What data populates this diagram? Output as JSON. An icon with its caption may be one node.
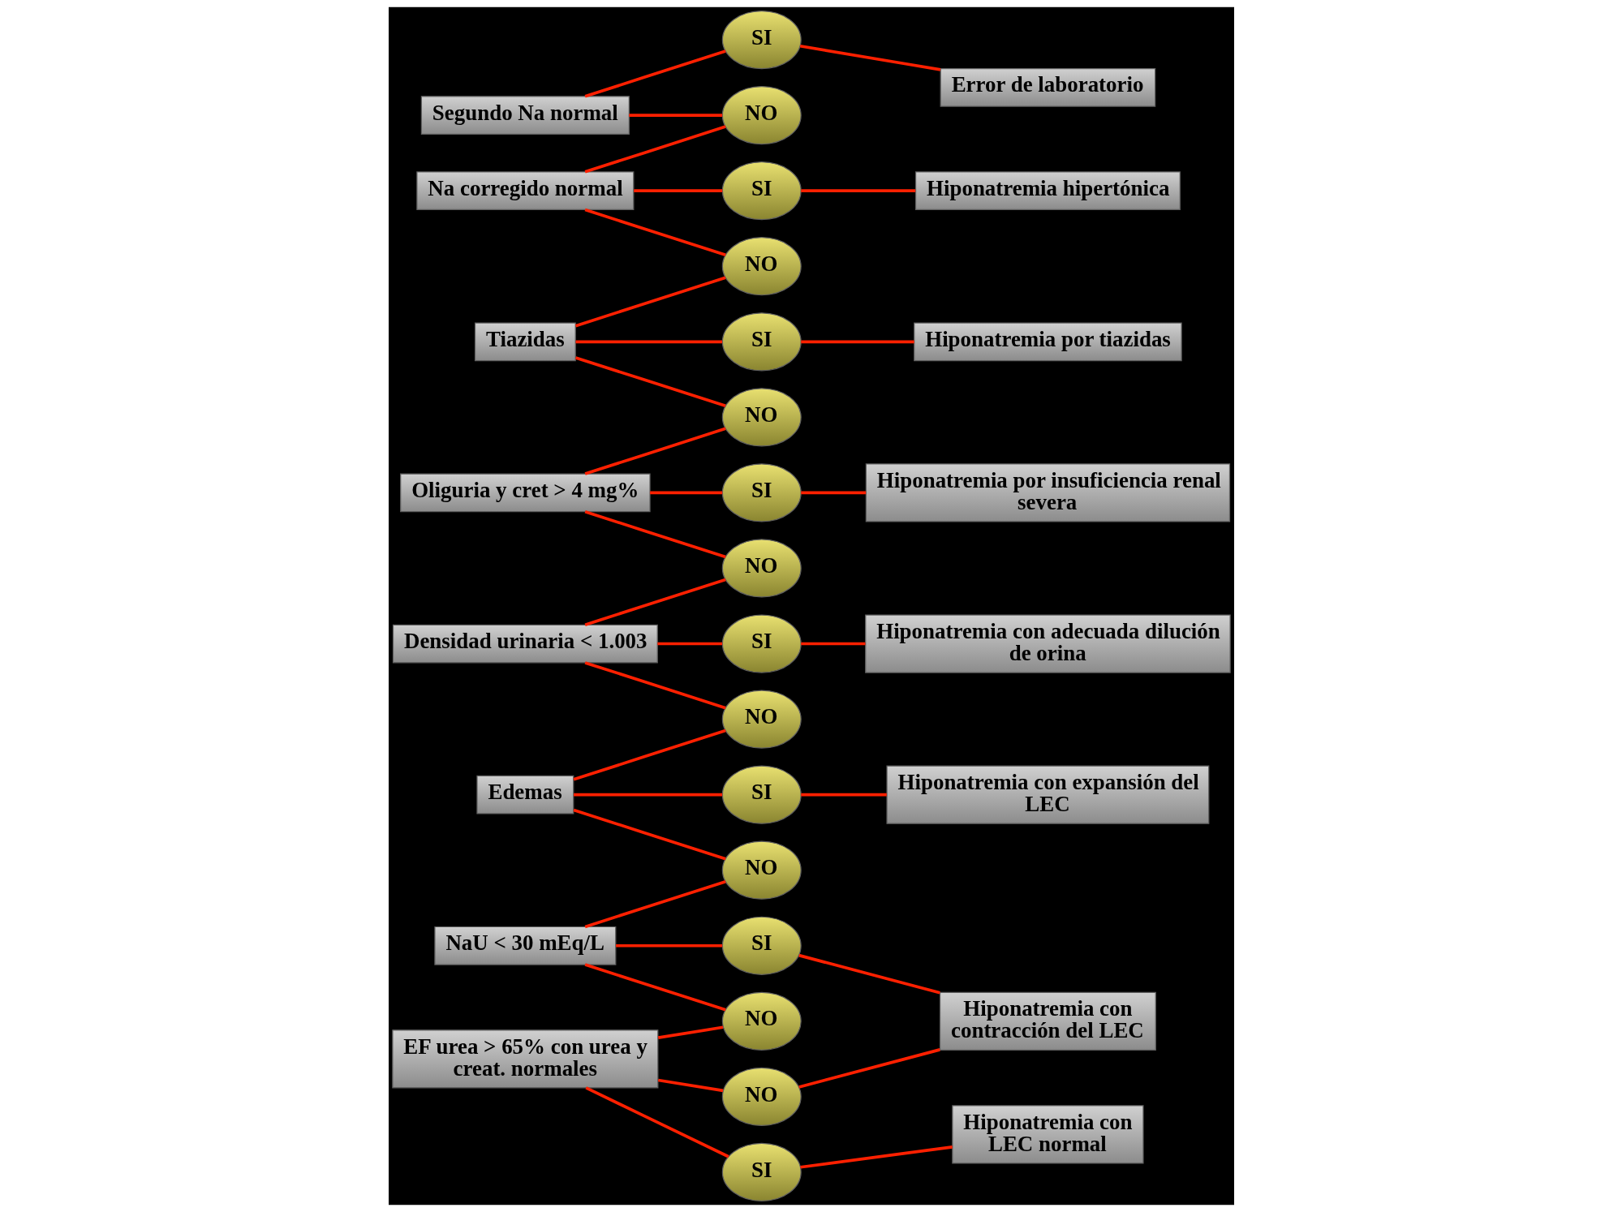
{
  "diagram": {
    "nodes": [
      {
        "text": [
          "Segundo Na normal"
        ]
      },
      {
        "text": [
          "SI"
        ]
      },
      {
        "text": [
          "Error de laboratorio"
        ]
      },
      {
        "text": [
          "NO"
        ]
      },
      {
        "text": [
          "Na corregido normal"
        ]
      },
      {
        "text": [
          "SI"
        ]
      },
      {
        "text": [
          "Hiponatremia hipertónica"
        ]
      },
      {
        "text": [
          "NO"
        ]
      },
      {
        "text": [
          "Tiazidas"
        ]
      },
      {
        "text": [
          "SI"
        ]
      },
      {
        "text": [
          "Hiponatremia por tiazidas"
        ]
      },
      {
        "text": [
          "NO"
        ]
      },
      {
        "text": [
          "Oliguria y cret > 4 mg%"
        ]
      },
      {
        "text": [
          "SI"
        ]
      },
      {
        "text": [
          "Hiponatremia por insuficiencia renal severa"
        ]
      },
      {
        "text": [
          "NO"
        ]
      },
      {
        "text": [
          "Densidad urinaria < 1.003"
        ]
      },
      {
        "text": [
          "SI"
        ]
      },
      {
        "text": [
          "Hiponatremia con adecuada dilución de orina"
        ]
      },
      {
        "text": [
          "NO"
        ]
      },
      {
        "text": [
          "Edemas"
        ]
      },
      {
        "text": [
          "SI"
        ]
      },
      {
        "text": [
          "Hiponatremia con expansión del LEC"
        ]
      },
      {
        "text": [
          "NO"
        ]
      },
      {
        "text": [
          "NaU < 30 mEq/L"
        ]
      },
      {
        "text": [
          "SI"
        ]
      },
      {
        "text": [
          "Hiponatremia con contracción del LEC"
        ]
      },
      {
        "text": [
          "NO"
        ]
      },
      {
        "text": [
          "EF urea > 65% con urea y creat. normales"
        ]
      },
      {
        "text": [
          "NO"
        ]
      },
      {
        "text": [
          "SI"
        ]
      },
      {
        "text": [
          "Hiponatremia con LEC normal"
        ]
      }
    ],
    "edges": [
      {
        "from": 0,
        "to": 1,
        "arrow": "none"
      },
      {
        "from": 1,
        "to": 2,
        "arrow": "none"
      },
      {
        "from": 0,
        "to": 3,
        "arrow": "none"
      },
      {
        "from": 3,
        "to": 4,
        "arrow": "none"
      },
      {
        "from": 4,
        "to": 5,
        "arrow": "none"
      },
      {
        "from": 5,
        "to": 6,
        "arrow": "none"
      },
      {
        "from": 4,
        "to": 7,
        "arrow": "none"
      },
      {
        "from": 7,
        "to": 8,
        "arrow": "none"
      },
      {
        "from": 8,
        "to": 9,
        "arrow": "none"
      },
      {
        "from": 9,
        "to": 10,
        "arrow": "none"
      },
      {
        "from": 8,
        "to": 11,
        "arrow": "none"
      },
      {
        "from": 11,
        "to": 12,
        "arrow": "none"
      },
      {
        "from": 12,
        "to": 13,
        "arrow": "none"
      },
      {
        "from": 13,
        "to": 14,
        "arrow": "none"
      },
      {
        "from": 12,
        "to": 15,
        "arrow": "none"
      },
      {
        "from": 15,
        "to": 16,
        "arrow": "none"
      },
      {
        "from": 16,
        "to": 17,
        "arrow": "none"
      },
      {
        "from": 17,
        "to": 18,
        "arrow": "none"
      },
      {
        "from": 16,
        "to": 19,
        "arrow": "none"
      },
      {
        "from": 19,
        "to": 20,
        "arrow": "none"
      },
      {
        "from": 20,
        "to": 21,
        "arrow": "none"
      },
      {
        "from": 21,
        "to": 22,
        "arrow": "none"
      },
      {
        "from": 20,
        "to": 23,
        "arrow": "none"
      },
      {
        "from": 23,
        "to": 24,
        "arrow": "none"
      },
      {
        "from": 24,
        "to": 25,
        "arrow": "none"
      },
      {
        "from": 25,
        "to": 26,
        "arrow": "none"
      },
      {
        "from": 24,
        "to": 27,
        "arrow": "none"
      },
      {
        "from": 27,
        "to": 28,
        "arrow": "none"
      },
      {
        "from": 28,
        "to": 29,
        "arrow": "none"
      },
      {
        "from": 29,
        "to": 26,
        "arrow": "none"
      },
      {
        "from": 28,
        "to": 30,
        "arrow": "none"
      },
      {
        "from": 30,
        "to": 31,
        "arrow": "none"
      }
    ]
  }
}
